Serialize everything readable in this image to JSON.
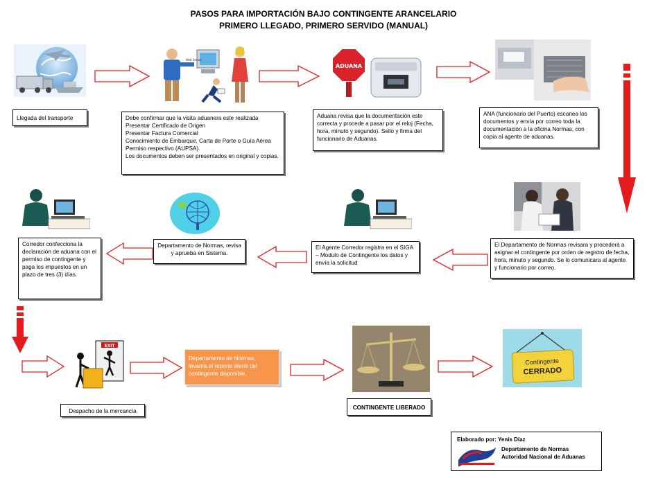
{
  "title": {
    "line1": "PASOS PARA IMPORTACIÓN BAJO CONTINGENTE ARANCELARIO",
    "line2": "PRIMERO LLEGADO, PRIMERO SERVIDO (MANUAL)"
  },
  "steps": {
    "arrival": "Llegada del transporte",
    "confirm": [
      "Debe confirmar que la visita aduanera este realizada",
      "Presentar Certificado de Origen",
      "Presentar Factura Comercial",
      "Conocimiento de Embarque, Carta de Porte o Guía Aérea",
      "Permiso respectivo (AUPSA).",
      "Los documentos deben ser presentados en original y copias."
    ],
    "customs": "Aduana revisa que la documentación este correcta y procede a pasar por el reloj (Fecha, hora, minuto y segundo). Sello y firma del funcionario de Aduanas.",
    "ana": "ANA (funcionario del Puerto) escanea los documentos y envía por correo toda la documentación a la oficina Normas, con copia al agente de aduanas.",
    "normas_review": "El Departamento de Normas revisara y procederá a asignar el contingente por orden de registro de fecha, hora, minuto y segundo. Se lo comunicara al agente y funcionario por correo.",
    "agent_register": "El Agente Corredor registra en el SIGA – Modulo de Contingente los datos y envía la solicitud",
    "normas_approve": "Departamento de Normas, revisa y aprueba en Sistema.",
    "broker": "Corredor confecciona la declaración de aduana con el permiso de contingente y paga los impuestos en un plazo de tres (3) días.",
    "dispatch": "Despacho de la mercancía",
    "report": "Departamento de Normas, levanta el reporte diario del contingente disponible.",
    "released": "CONTINGENTE LIBERADO"
  },
  "images": {
    "aduana_sign": "ADUANA",
    "exit_sign": "EXIT",
    "closed_sign_line1": "Contingente",
    "closed_sign_line2": "CERRADO"
  },
  "footer": {
    "author": "Elaborado por: Yenis Díaz",
    "dept": "Departamento de Normas",
    "authority": "Autoridad Nacional de Aduanas"
  },
  "colors": {
    "arrow_outline": "#e02020",
    "red_arrow": "#e41b1b",
    "orange_box": "#f7954a"
  }
}
